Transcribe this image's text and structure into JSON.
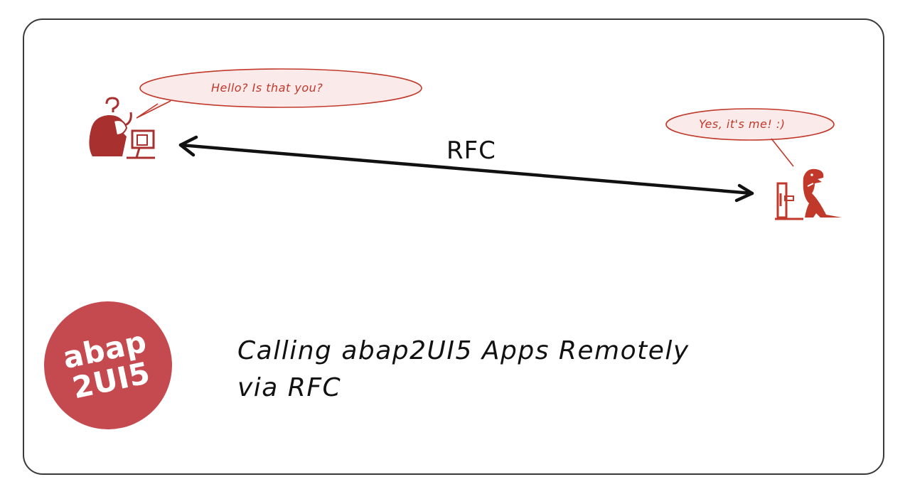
{
  "bubbles": {
    "left": "Hello? Is that you?",
    "right": "Yes, it's me! :)"
  },
  "connection_label": "RFC",
  "logo": {
    "line1": "abap",
    "line2": "2UI5"
  },
  "title": {
    "line1": "Calling abap2UI5 Apps Remotely",
    "line2": "via RFC"
  },
  "colors": {
    "accent": "#c0392b",
    "logo_bg": "#c44a50",
    "bubble_fill": "#fbeaea",
    "ink": "#111111"
  }
}
